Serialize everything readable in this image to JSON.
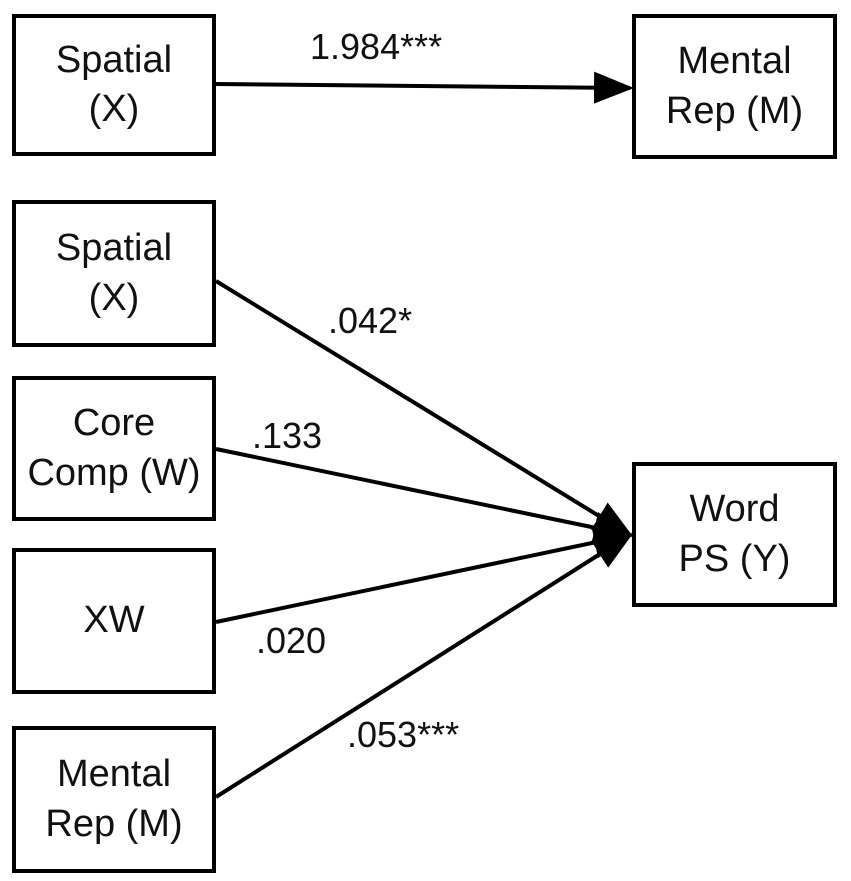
{
  "nodes": {
    "spatial_top": {
      "line1": "Spatial",
      "line2": "(X)"
    },
    "mental_rep_top": {
      "line1": "Mental",
      "line2": "Rep (M)"
    },
    "spatial_bottom": {
      "line1": "Spatial",
      "line2": "(X)"
    },
    "core_comp": {
      "line1": "Core",
      "line2": "Comp (W)"
    },
    "xw": {
      "line1": "XW"
    },
    "mental_rep_bottom": {
      "line1": "Mental",
      "line2": "Rep (M)"
    },
    "word_ps": {
      "line1": "Word",
      "line2": "PS (Y)"
    }
  },
  "paths": {
    "spatial_to_mental": "1.984***",
    "spatial_to_word": ".042*",
    "core_comp_to_word": ".133",
    "xw_to_word": ".020",
    "mental_to_word": ".053***"
  }
}
